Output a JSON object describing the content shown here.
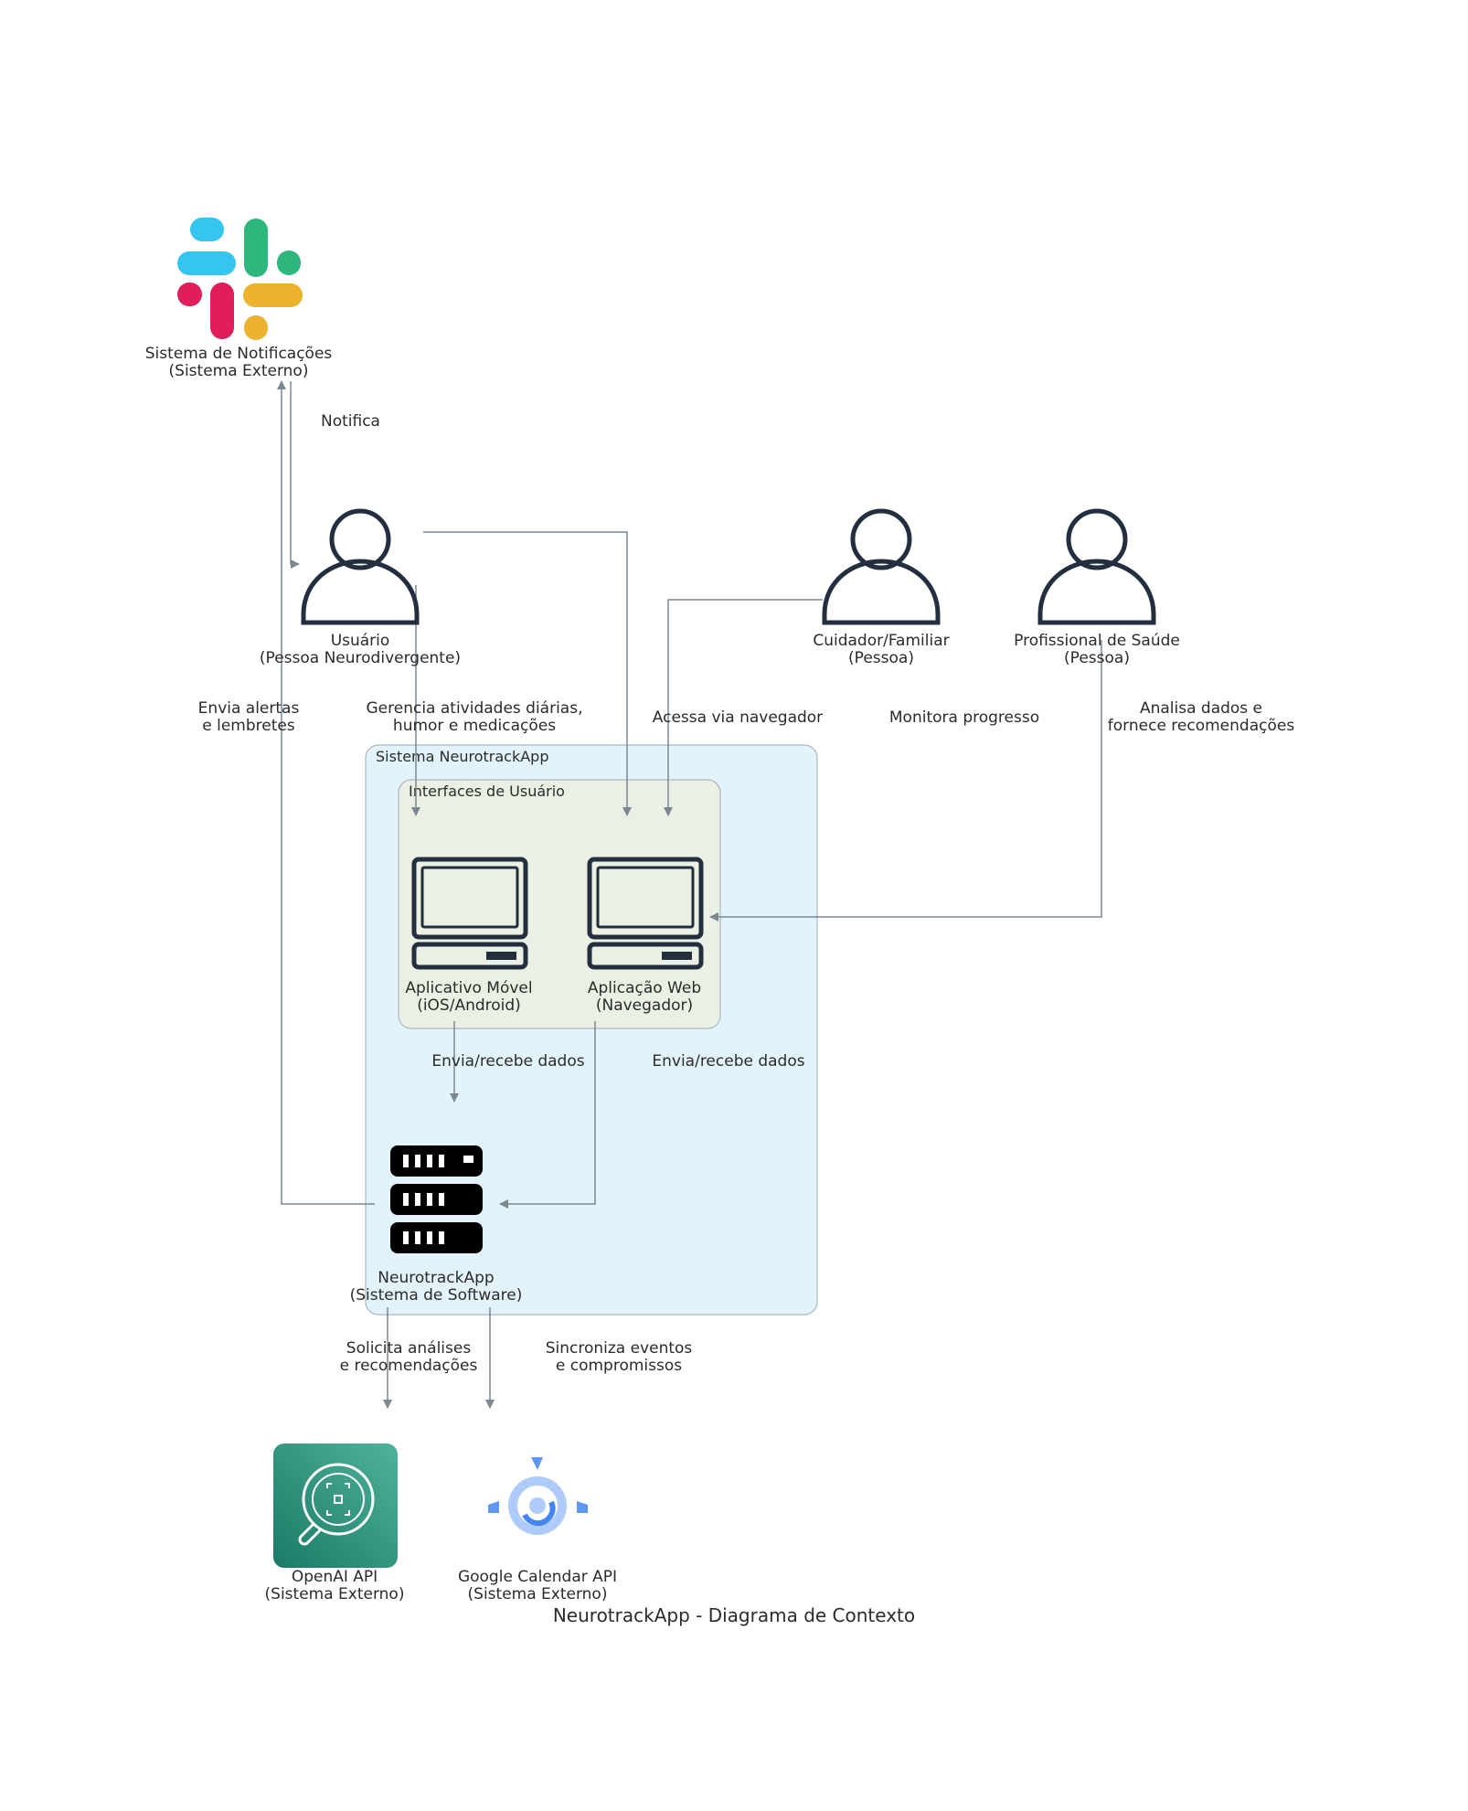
{
  "title": "NeurotrackApp - Diagrama de Contexto",
  "colors": {
    "system_boundary_fill": "#e3f3fb",
    "ui_group_fill": "#eaf1e4",
    "edge": "#7b8894",
    "icon_dark": "#232f3e",
    "slack_blue": "#36c5f0",
    "slack_green": "#2eb67d",
    "slack_red": "#e01e5a",
    "slack_yellow": "#ecb22e",
    "openai_teal": "#1f8a74",
    "calendar_blue": "#5e97f6"
  },
  "groups": {
    "system": "Sistema NeurotrackApp",
    "ui": "Interfaces de Usuário"
  },
  "nodes": {
    "notifications": {
      "icon": "slack-icon",
      "line1": "Sistema de Notificações",
      "line2": "(Sistema Externo)"
    },
    "user": {
      "icon": "person-icon",
      "line1": "Usuário",
      "line2": "(Pessoa Neurodivergente)"
    },
    "caregiver": {
      "icon": "person-icon",
      "line1": "Cuidador/Familiar",
      "line2": "(Pessoa)"
    },
    "professional": {
      "icon": "person-icon",
      "line1": "Profissional de Saúde",
      "line2": "(Pessoa)"
    },
    "mobile": {
      "icon": "computer-icon",
      "line1": "Aplicativo Móvel",
      "line2": "(iOS/Android)"
    },
    "web": {
      "icon": "computer-icon",
      "line1": "Aplicação Web",
      "line2": "(Navegador)"
    },
    "server": {
      "icon": "server-icon",
      "line1": "NeurotrackApp",
      "line2": "(Sistema de Software)"
    },
    "openai": {
      "icon": "openai-icon",
      "line1": "OpenAI API",
      "line2": "(Sistema Externo)"
    },
    "calendar": {
      "icon": "calendar-icon",
      "line1": "Google Calendar API",
      "line2": "(Sistema Externo)"
    }
  },
  "edges": {
    "notifica": "Notifica",
    "envia_alertas": [
      "Envia alertas",
      "e lembretes"
    ],
    "gerencia": [
      "Gerencia atividades diárias,",
      "humor e medicações"
    ],
    "acessa": "Acessa via navegador",
    "monitora": "Monitora progresso",
    "analisa": [
      "Analisa dados e",
      "fornece recomendações"
    ],
    "envia_recebe_mobile": "Envia/recebe dados",
    "envia_recebe_web": "Envia/recebe dados",
    "solicita": [
      "Solicita análises",
      "e recomendações"
    ],
    "sincroniza": [
      "Sincroniza eventos",
      "e compromissos"
    ]
  }
}
